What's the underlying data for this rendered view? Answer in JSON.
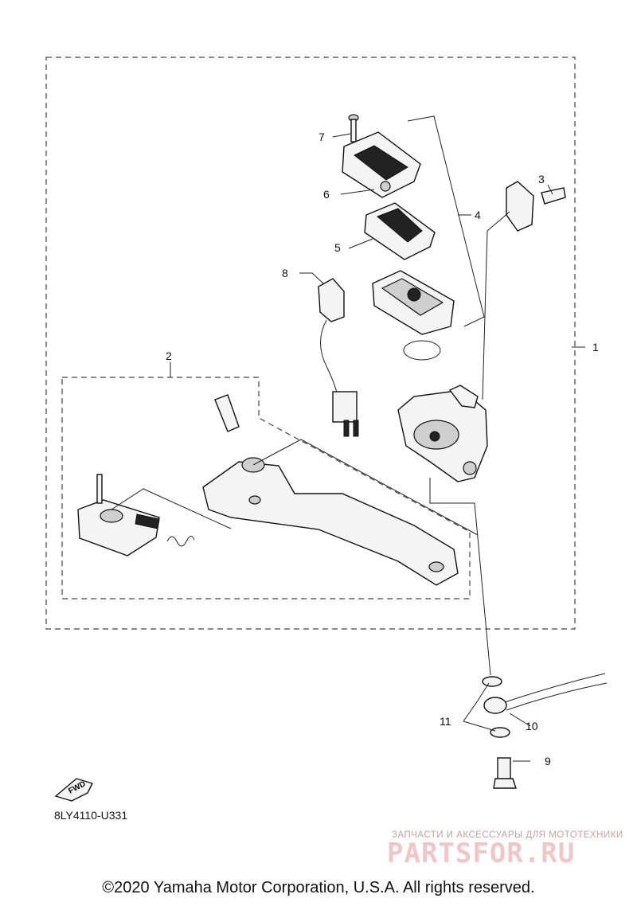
{
  "diagram": {
    "callouts": [
      "1",
      "2",
      "3",
      "4",
      "5",
      "6",
      "7",
      "8",
      "9",
      "10",
      "11"
    ],
    "fwd_label": "FWD",
    "code": "8LY4110-U331"
  },
  "watermark": {
    "caption": "ЗАПЧАСТИ И АКСЕССУАРЫ ДЛЯ МОТОТЕХНИКИ",
    "brand": "PARTSFOR.RU"
  },
  "copyright": "©2020 Yamaha Motor Corporation, U.S.A. All rights reserved."
}
